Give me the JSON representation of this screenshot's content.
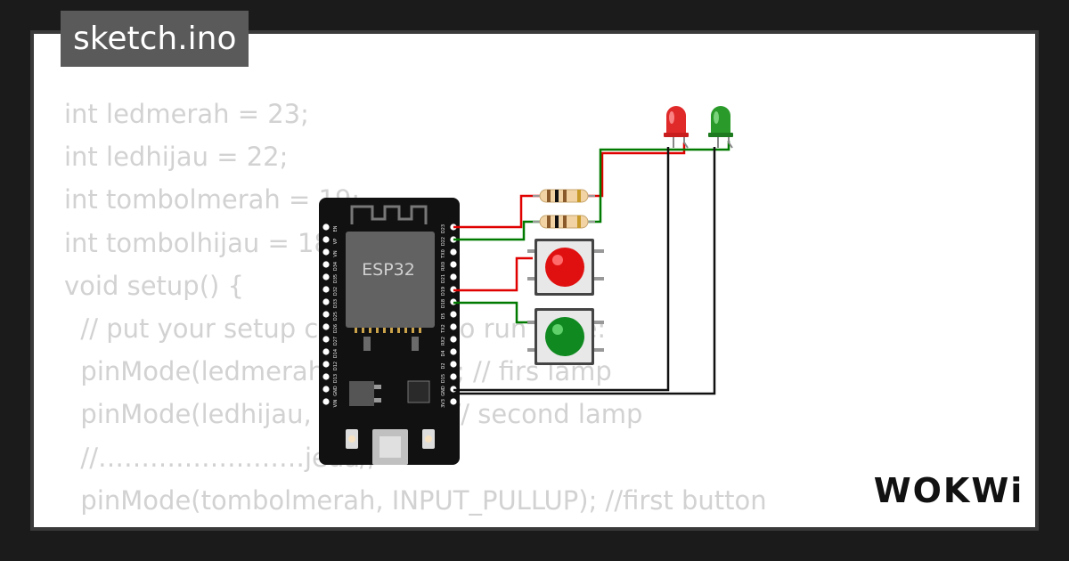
{
  "header": {
    "filename": "sketch.ino"
  },
  "code_lines": [
    "int ledmerah = 23;",
    "int ledhijau = 22;",
    "int tombolmerah = 19;",
    "int tombolhijau = 18;",
    "",
    "void setup() {",
    "  // put your setup code here, to run once:",
    "  pinMode(ledmerah, OUTPUT); // firs lamp",
    "  pinMode(ledhijau, OUTPUT); // second lamp",
    "  //……………………jeda//",
    "  pinMode(tombolmerah, INPUT_PULLUP); //first button"
  ],
  "board": {
    "chip_label": "ESP32",
    "pins_left": [
      "EN",
      "VP",
      "VN",
      "D34",
      "D35",
      "D32",
      "D33",
      "D25",
      "D26",
      "D27",
      "D14",
      "D12",
      "D13",
      "GND",
      "VIN"
    ],
    "pins_right": [
      "D23",
      "D22",
      "TX0",
      "RX0",
      "D21",
      "D19",
      "D18",
      "D5",
      "TX2",
      "RX2",
      "D4",
      "D2",
      "D15",
      "GND",
      "3V3"
    ]
  },
  "components": {
    "led_red_color": "#e02a2a",
    "led_green_color": "#2a9a2a",
    "button_red_color": "#e01010",
    "button_green_color": "#108a20",
    "wire_red": "#e00000",
    "wire_green": "#007a00",
    "wire_black": "#111111"
  },
  "brand": {
    "name": "WOKWi"
  }
}
